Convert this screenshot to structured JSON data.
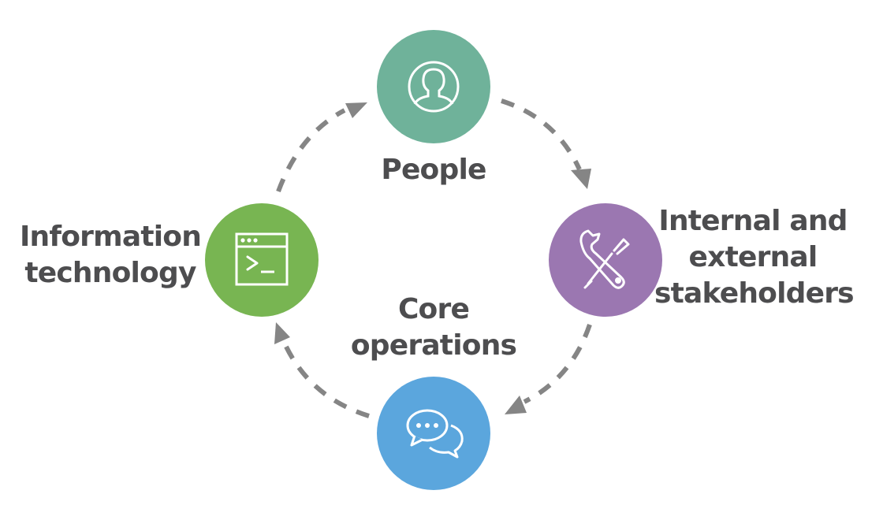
{
  "diagram": {
    "type": "cycle",
    "nodes": [
      {
        "id": "people",
        "label_lines": [
          "People"
        ],
        "icon": "person-icon",
        "color": "#6fb29a"
      },
      {
        "id": "stakeholders",
        "label_lines": [
          "Internal and",
          "external",
          "stakeholders"
        ],
        "icon": "tools-icon",
        "color": "#9b77b1"
      },
      {
        "id": "core",
        "label_lines": [
          "Core",
          "operations"
        ],
        "icon": "chat-bubbles-icon",
        "color": "#5ba6dd"
      },
      {
        "id": "it",
        "label_lines": [
          "Information",
          "technology"
        ],
        "icon": "terminal-window-icon",
        "color": "#78b552"
      }
    ],
    "edges": [
      {
        "from": "people",
        "to": "stakeholders",
        "style": "dashed"
      },
      {
        "from": "stakeholders",
        "to": "core",
        "style": "dashed"
      },
      {
        "from": "core",
        "to": "it",
        "style": "dashed"
      },
      {
        "from": "it",
        "to": "people",
        "style": "dashed"
      }
    ],
    "arrow_color": "#858585",
    "text_color": "#4d4d4f"
  }
}
